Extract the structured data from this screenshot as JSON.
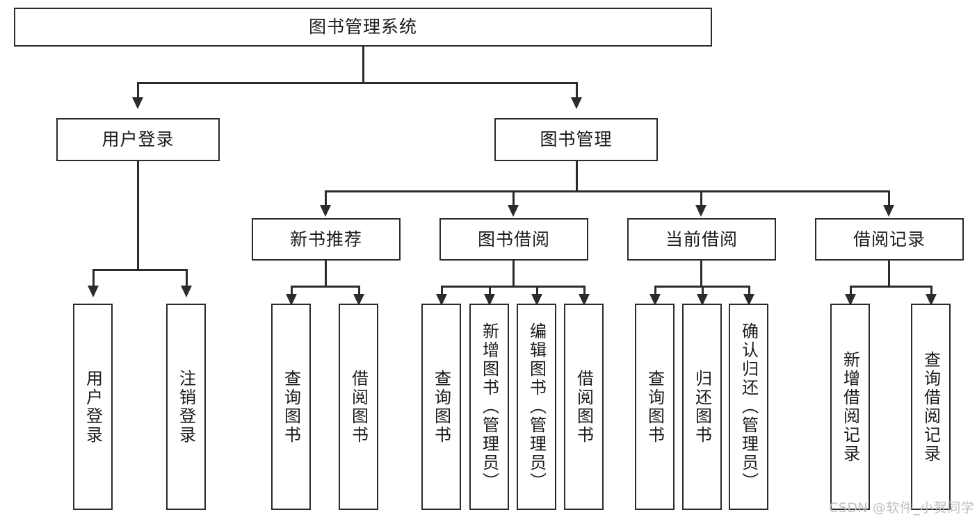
{
  "diagram": {
    "type": "tree-hierarchy-flowchart",
    "title": "图书管理系统",
    "colors": {
      "background": "#ffffff",
      "border": "#2b2b2b",
      "text": "#1a1a1a",
      "watermark": "#bfbfbf"
    },
    "nodes": {
      "root": {
        "label": "图书管理系统"
      },
      "level2": [
        {
          "id": "user-login",
          "label": "用户登录"
        },
        {
          "id": "book-manage",
          "label": "图书管理"
        }
      ],
      "level3": [
        {
          "id": "new-book-recommend",
          "label": "新书推荐"
        },
        {
          "id": "book-borrow",
          "label": "图书借阅"
        },
        {
          "id": "current-borrow",
          "label": "当前借阅"
        },
        {
          "id": "borrow-record",
          "label": "借阅记录"
        }
      ],
      "leaves": {
        "user_login": [
          {
            "id": "leaf-user-login",
            "label": "用户登录"
          },
          {
            "id": "leaf-logout-login",
            "label": "注销登录"
          }
        ],
        "new_book_recommend": [
          {
            "id": "leaf-query-book-1",
            "label": "查询图书"
          },
          {
            "id": "leaf-borrow-book-1",
            "label": "借阅图书"
          }
        ],
        "book_borrow": [
          {
            "id": "leaf-query-book-2",
            "label": "查询图书"
          },
          {
            "id": "leaf-add-book-admin",
            "label": "新增图书（管理员）"
          },
          {
            "id": "leaf-edit-book-admin",
            "label": "编辑图书（管理员）"
          },
          {
            "id": "leaf-borrow-book-2",
            "label": "借阅图书"
          }
        ],
        "current_borrow": [
          {
            "id": "leaf-query-book-3",
            "label": "查询图书"
          },
          {
            "id": "leaf-return-book",
            "label": "归还图书"
          },
          {
            "id": "leaf-confirm-return-admin",
            "label": "确认归还（管理员）"
          }
        ],
        "borrow_record": [
          {
            "id": "leaf-add-borrow-record",
            "label": "新增借阅记录"
          },
          {
            "id": "leaf-query-borrow-record",
            "label": "查询借阅记录"
          }
        ]
      }
    },
    "watermark": "CSDN @软件_小贺同学"
  }
}
